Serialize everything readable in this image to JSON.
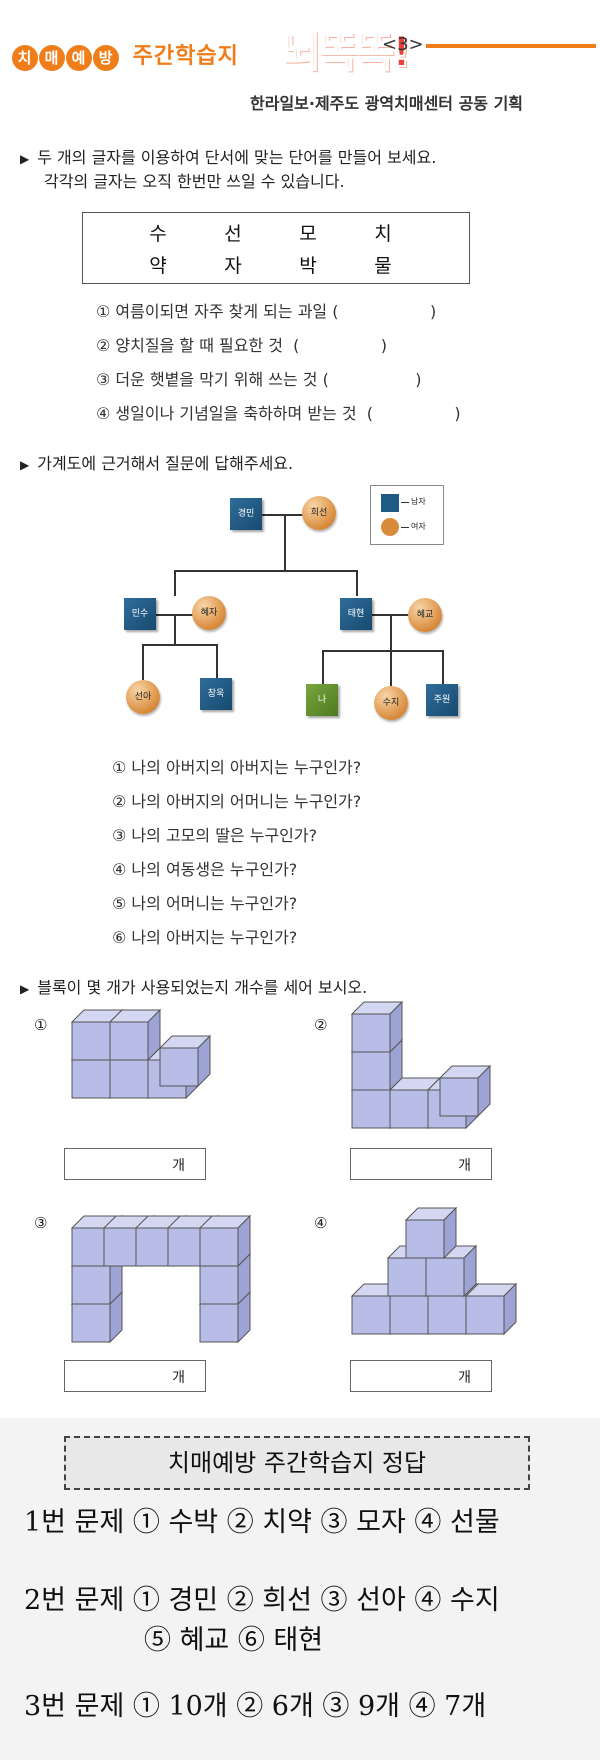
{
  "header": {
    "logo_chars": [
      "치",
      "매",
      "예",
      "방"
    ],
    "logo_rest": "주간학습지",
    "brand": "뇌똑똑!",
    "page_number": "<3>",
    "credit": "한라일보·제주도 광역치매센터 공동 기획"
  },
  "section1": {
    "instruction_line1": "두 개의 글자를 이용하여 단서에 맞는 단어를 만들어 보세요.",
    "instruction_line2": "각각의 글자는 오직 한번만 쓰일 수 있습니다.",
    "letters_row1": [
      "수",
      "선",
      "모",
      "치"
    ],
    "letters_row2": [
      "약",
      "자",
      "박",
      "물"
    ],
    "items": [
      "① 여름이되면 자주 찾게 되는 과일 (                  )",
      "② 양치질을 할 때 필요한 것  (                )",
      "③ 더운 햇볕을 막기 위해 쓰는 것 (                 )",
      "④ 생일이나 기념일을 축하하며 받는 것  (                )"
    ]
  },
  "section2": {
    "instruction": "가계도에 근거해서 질문에 답해주세요.",
    "tree": {
      "gp_m": "경민",
      "gp_f": "희선",
      "p1_m": "민수",
      "p1_f": "혜자",
      "p2_m": "태현",
      "p2_f": "혜교",
      "c1": "선아",
      "c2": "창욱",
      "me": "나",
      "c3": "수지",
      "c4": "주원"
    },
    "legend": {
      "male": "남자",
      "female": "여자"
    },
    "questions": [
      "① 나의 아버지의 아버지는 누구인가?",
      "② 나의 아버지의 어머니는 누구인가?",
      "③ 나의 고모의 딸은 누구인가?",
      "④ 나의 여동생은 누구인가?",
      "⑤ 나의 어머니는 누구인가?",
      "⑥ 나의 아버지는 누구인가?"
    ]
  },
  "section3": {
    "instruction": "블록이 몇 개가 사용되었는지 개수를 세어 보시오.",
    "figure_labels": [
      "①",
      "②",
      "③",
      "④"
    ],
    "unit": "개"
  },
  "answer_key": {
    "title": "치매예방 주간학습지 정답",
    "line1": "1번 문제 ① 수박 ② 치약 ③ 모자 ④ 선물",
    "line2a": "2번 문제 ① 경민 ② 희선 ③ 선아 ④ 수지",
    "line2b": "⑤ 혜교 ⑥ 태현",
    "line3": "3번 문제 ① 10개 ② 6개 ③ 9개 ④ 7개"
  },
  "colors": {
    "accent": "#ef7d1a",
    "brand": "#e8413a",
    "male": "#1f5a85",
    "female": "#d98b3c"
  }
}
